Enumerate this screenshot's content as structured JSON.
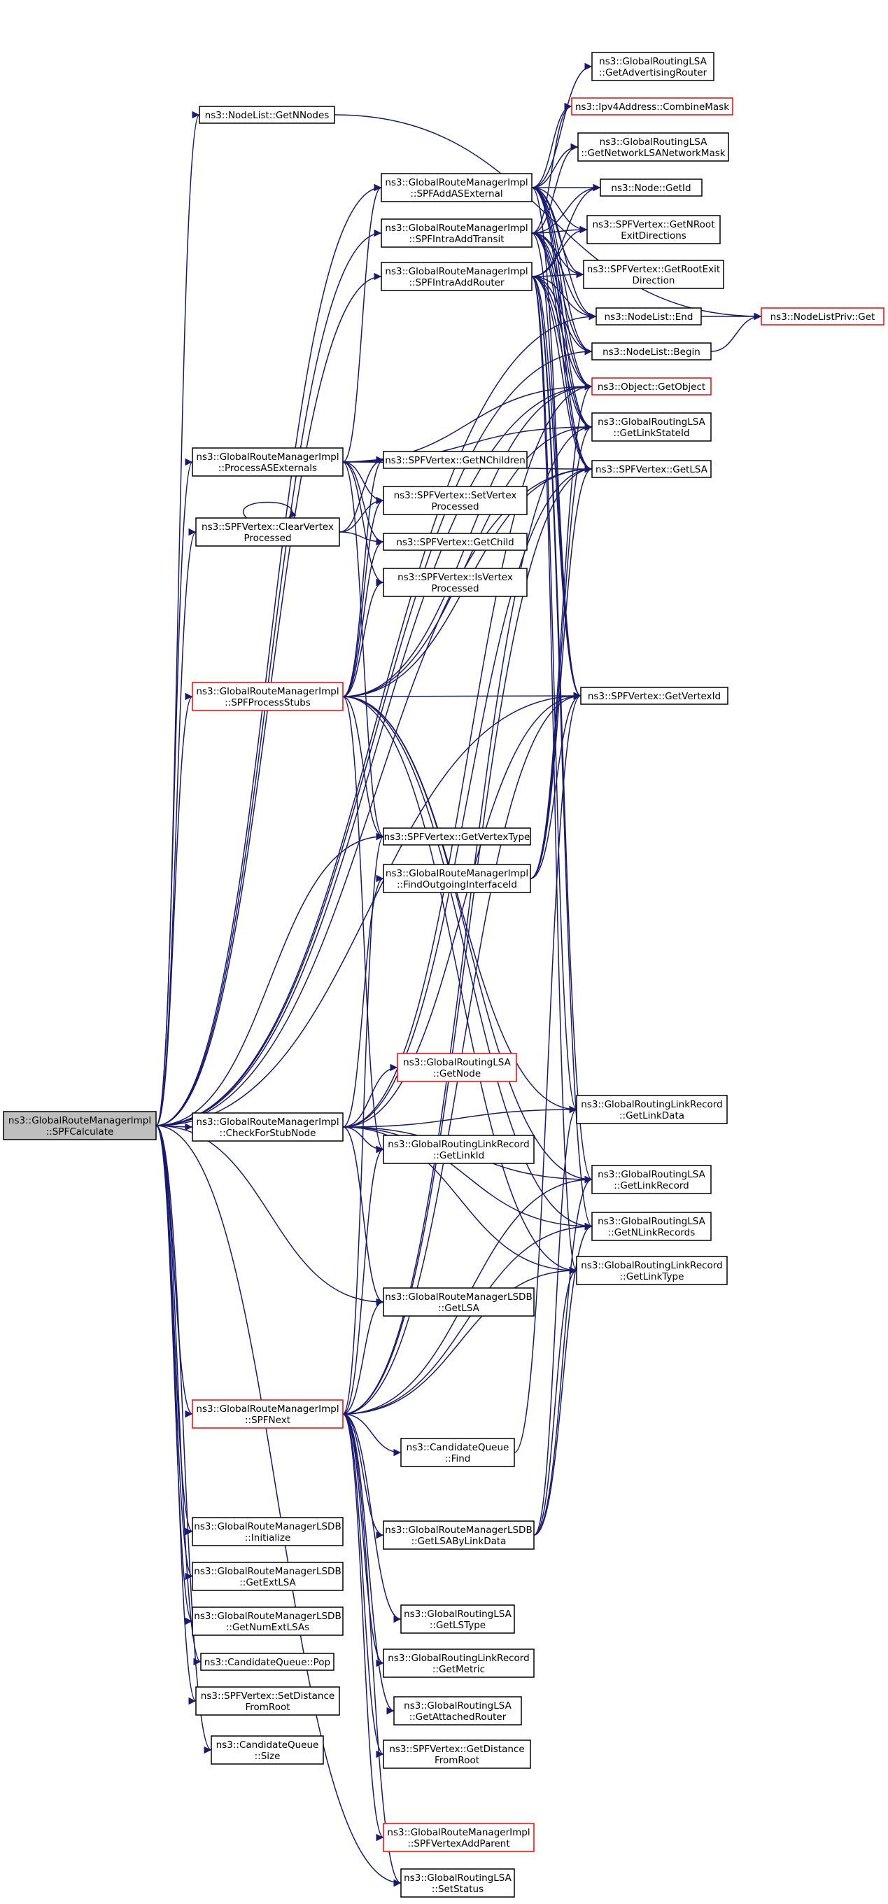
{
  "colors": {
    "edge": "#191970",
    "border": "#000000",
    "border_unresolved": "#ff0000",
    "root_fill": "#bfbfbf",
    "node_fill": "#ffffff"
  },
  "nodes": [
    {
      "id": "spfcalc",
      "lines": [
        "ns3::GlobalRouteManagerImpl",
        "::SPFCalculate"
      ],
      "root": true
    },
    {
      "id": "getnnodes",
      "lines": [
        "ns3::NodeList::GetNNodes"
      ]
    },
    {
      "id": "addasext",
      "lines": [
        "ns3::GlobalRouteManagerImpl",
        "::SPFAddASExternal"
      ]
    },
    {
      "id": "intratransit",
      "lines": [
        "ns3::GlobalRouteManagerImpl",
        "::SPFIntraAddTransit"
      ]
    },
    {
      "id": "intrarouter",
      "lines": [
        "ns3::GlobalRouteManagerImpl",
        "::SPFIntraAddRouter"
      ]
    },
    {
      "id": "procasext",
      "lines": [
        "ns3::GlobalRouteManagerImpl",
        "::ProcessASExternals"
      ]
    },
    {
      "id": "clearvertex",
      "lines": [
        "ns3::SPFVertex::ClearVertex",
        "Processed"
      ]
    },
    {
      "id": "procstubs",
      "lines": [
        "ns3::GlobalRouteManagerImpl",
        "::SPFProcessStubs"
      ],
      "red": true
    },
    {
      "id": "checkstub",
      "lines": [
        "ns3::GlobalRouteManagerImpl",
        "::CheckForStubNode"
      ]
    },
    {
      "id": "spfnext",
      "lines": [
        "ns3::GlobalRouteManagerImpl",
        "::SPFNext"
      ],
      "red": true
    },
    {
      "id": "lsdbinit",
      "lines": [
        "ns3::GlobalRouteManagerLSDB",
        "::Initialize"
      ]
    },
    {
      "id": "lsdbextlsa",
      "lines": [
        "ns3::GlobalRouteManagerLSDB",
        "::GetExtLSA"
      ]
    },
    {
      "id": "lsdbnumext",
      "lines": [
        "ns3::GlobalRouteManagerLSDB",
        "::GetNumExtLSAs"
      ]
    },
    {
      "id": "cqpop",
      "lines": [
        "ns3::CandidateQueue::Pop"
      ]
    },
    {
      "id": "setdist",
      "lines": [
        "ns3::SPFVertex::SetDistance",
        "FromRoot"
      ]
    },
    {
      "id": "cqsize",
      "lines": [
        "ns3::CandidateQueue",
        "::Size"
      ]
    },
    {
      "id": "getnchildren",
      "lines": [
        "ns3::SPFVertex::GetNChildren"
      ]
    },
    {
      "id": "setvproc",
      "lines": [
        "ns3::SPFVertex::SetVertex",
        "Processed"
      ]
    },
    {
      "id": "getchild",
      "lines": [
        "ns3::SPFVertex::GetChild"
      ]
    },
    {
      "id": "isvproc",
      "lines": [
        "ns3::SPFVertex::IsVertex",
        "Processed"
      ]
    },
    {
      "id": "getvtype",
      "lines": [
        "ns3::SPFVertex::GetVertexType"
      ]
    },
    {
      "id": "findoutif",
      "lines": [
        "ns3::GlobalRouteManagerImpl",
        "::FindOutgoingInterfaceId"
      ]
    },
    {
      "id": "lsagetnode",
      "lines": [
        "ns3::GlobalRoutingLSA",
        "::GetNode"
      ],
      "red": true
    },
    {
      "id": "lrgetlinkid",
      "lines": [
        "ns3::GlobalRoutingLinkRecord",
        "::GetLinkId"
      ]
    },
    {
      "id": "lsdbgetlsa",
      "lines": [
        "ns3::GlobalRouteManagerLSDB",
        "::GetLSA"
      ]
    },
    {
      "id": "cqfind",
      "lines": [
        "ns3::CandidateQueue",
        "::Find"
      ]
    },
    {
      "id": "lsdbbylink",
      "lines": [
        "ns3::GlobalRouteManagerLSDB",
        "::GetLSAByLinkData"
      ]
    },
    {
      "id": "lsagetlstype",
      "lines": [
        "ns3::GlobalRoutingLSA",
        "::GetLSType"
      ]
    },
    {
      "id": "lrgetmetric",
      "lines": [
        "ns3::GlobalRoutingLinkRecord",
        "::GetMetric"
      ]
    },
    {
      "id": "lsagetattached",
      "lines": [
        "ns3::GlobalRoutingLSA",
        "::GetAttachedRouter"
      ]
    },
    {
      "id": "getdistroot",
      "lines": [
        "ns3::SPFVertex::GetDistance",
        "FromRoot"
      ]
    },
    {
      "id": "addparent",
      "lines": [
        "ns3::GlobalRouteManagerImpl",
        "::SPFVertexAddParent"
      ],
      "red": true
    },
    {
      "id": "setstatus",
      "lines": [
        "ns3::GlobalRoutingLSA",
        "::SetStatus"
      ]
    },
    {
      "id": "getadvrouter",
      "lines": [
        "ns3::GlobalRoutingLSA",
        "::GetAdvertisingRouter"
      ]
    },
    {
      "id": "combinemask",
      "lines": [
        "ns3::Ipv4Address::CombineMask"
      ],
      "red": true
    },
    {
      "id": "getnetmask",
      "lines": [
        "ns3::GlobalRoutingLSA",
        "::GetNetworkLSANetworkMask"
      ]
    },
    {
      "id": "nodegetid",
      "lines": [
        "ns3::Node::GetId"
      ]
    },
    {
      "id": "getnrootexit",
      "lines": [
        "ns3::SPFVertex::GetNRoot",
        "ExitDirections"
      ]
    },
    {
      "id": "getrootexit",
      "lines": [
        "ns3::SPFVertex::GetRootExit",
        "Direction"
      ]
    },
    {
      "id": "nlend",
      "lines": [
        "ns3::NodeList::End"
      ]
    },
    {
      "id": "nlbegin",
      "lines": [
        "ns3::NodeList::Begin"
      ]
    },
    {
      "id": "getobject",
      "lines": [
        "ns3::Object::GetObject"
      ],
      "red": true
    },
    {
      "id": "getlinkstateid",
      "lines": [
        "ns3::GlobalRoutingLSA",
        "::GetLinkStateId"
      ]
    },
    {
      "id": "vgetlsa",
      "lines": [
        "ns3::SPFVertex::GetLSA"
      ]
    },
    {
      "id": "getvertexid",
      "lines": [
        "ns3::SPFVertex::GetVertexId"
      ]
    },
    {
      "id": "lrgetlinkdata",
      "lines": [
        "ns3::GlobalRoutingLinkRecord",
        "::GetLinkData"
      ]
    },
    {
      "id": "lsagetlinkrec",
      "lines": [
        "ns3::GlobalRoutingLSA",
        "::GetLinkRecord"
      ]
    },
    {
      "id": "lsagetnlinkrec",
      "lines": [
        "ns3::GlobalRoutingLSA",
        "::GetNLinkRecords"
      ]
    },
    {
      "id": "lrgetlinktype",
      "lines": [
        "ns3::GlobalRoutingLinkRecord",
        "::GetLinkType"
      ]
    },
    {
      "id": "nlprivget",
      "lines": [
        "ns3::NodeListPriv::Get"
      ],
      "red": true
    }
  ],
  "edges": [
    [
      "spfcalc",
      "getnnodes"
    ],
    [
      "spfcalc",
      "addasext"
    ],
    [
      "spfcalc",
      "intratransit"
    ],
    [
      "spfcalc",
      "intrarouter"
    ],
    [
      "spfcalc",
      "procasext"
    ],
    [
      "spfcalc",
      "clearvertex"
    ],
    [
      "spfcalc",
      "procstubs"
    ],
    [
      "spfcalc",
      "checkstub"
    ],
    [
      "spfcalc",
      "spfnext"
    ],
    [
      "spfcalc",
      "lsdbinit"
    ],
    [
      "spfcalc",
      "lsdbextlsa"
    ],
    [
      "spfcalc",
      "lsdbnumext"
    ],
    [
      "spfcalc",
      "cqpop"
    ],
    [
      "spfcalc",
      "setdist"
    ],
    [
      "spfcalc",
      "cqsize"
    ],
    [
      "spfcalc",
      "getvtype"
    ],
    [
      "spfcalc",
      "getvertexid"
    ],
    [
      "spfcalc",
      "nlbegin"
    ],
    [
      "spfcalc",
      "nlend"
    ],
    [
      "spfcalc",
      "getobject"
    ],
    [
      "spfcalc",
      "lsdbgetlsa"
    ],
    [
      "spfcalc",
      "setstatus"
    ],
    [
      "spfcalc",
      "vgetlsa"
    ],
    [
      "getnnodes",
      "nlprivget"
    ],
    [
      "addasext",
      "getadvrouter"
    ],
    [
      "addasext",
      "combinemask"
    ],
    [
      "addasext",
      "getnetmask"
    ],
    [
      "addasext",
      "nodegetid"
    ],
    [
      "addasext",
      "getnrootexit"
    ],
    [
      "addasext",
      "getrootexit"
    ],
    [
      "addasext",
      "nlend"
    ],
    [
      "addasext",
      "nlbegin"
    ],
    [
      "addasext",
      "getobject"
    ],
    [
      "addasext",
      "getlinkstateid"
    ],
    [
      "addasext",
      "vgetlsa"
    ],
    [
      "addasext",
      "getvertexid"
    ],
    [
      "intratransit",
      "combinemask"
    ],
    [
      "intratransit",
      "getnetmask"
    ],
    [
      "intratransit",
      "nodegetid"
    ],
    [
      "intratransit",
      "getnrootexit"
    ],
    [
      "intratransit",
      "getrootexit"
    ],
    [
      "intratransit",
      "nlend"
    ],
    [
      "intratransit",
      "nlbegin"
    ],
    [
      "intratransit",
      "getobject"
    ],
    [
      "intratransit",
      "getlinkstateid"
    ],
    [
      "intratransit",
      "vgetlsa"
    ],
    [
      "intratransit",
      "getvertexid"
    ],
    [
      "intrarouter",
      "nodegetid"
    ],
    [
      "intrarouter",
      "getnrootexit"
    ],
    [
      "intrarouter",
      "getrootexit"
    ],
    [
      "intrarouter",
      "nlend"
    ],
    [
      "intrarouter",
      "nlbegin"
    ],
    [
      "intrarouter",
      "getobject"
    ],
    [
      "intrarouter",
      "getlinkstateid"
    ],
    [
      "intrarouter",
      "vgetlsa"
    ],
    [
      "intrarouter",
      "getvertexid"
    ],
    [
      "intrarouter",
      "lrgetlinkdata"
    ],
    [
      "intrarouter",
      "lsagetlinkrec"
    ],
    [
      "intrarouter",
      "lsagetnlinkrec"
    ],
    [
      "intrarouter",
      "lrgetlinktype"
    ],
    [
      "procasext",
      "addasext"
    ],
    [
      "procasext",
      "getnchildren"
    ],
    [
      "procasext",
      "setvproc"
    ],
    [
      "procasext",
      "getchild"
    ],
    [
      "procasext",
      "isvproc"
    ],
    [
      "procasext",
      "getvtype"
    ],
    [
      "procasext",
      "getlinkstateid"
    ],
    [
      "procasext",
      "vgetlsa"
    ],
    [
      "procasext",
      "getobject"
    ],
    [
      "clearvertex",
      "clearvertex"
    ],
    [
      "clearvertex",
      "getnchildren"
    ],
    [
      "clearvertex",
      "setvproc"
    ],
    [
      "clearvertex",
      "getchild"
    ],
    [
      "procstubs",
      "getnchildren"
    ],
    [
      "procstubs",
      "setvproc"
    ],
    [
      "procstubs",
      "getchild"
    ],
    [
      "procstubs",
      "isvproc"
    ],
    [
      "procstubs",
      "getvtype"
    ],
    [
      "procstubs",
      "getvertexid"
    ],
    [
      "procstubs",
      "vgetlsa"
    ],
    [
      "procstubs",
      "getlinkstateid"
    ],
    [
      "procstubs",
      "lrgetlinkid"
    ],
    [
      "procstubs",
      "lrgetlinkdata"
    ],
    [
      "procstubs",
      "lsagetlinkrec"
    ],
    [
      "procstubs",
      "lsagetnlinkrec"
    ],
    [
      "procstubs",
      "lrgetlinktype"
    ],
    [
      "procstubs",
      "getobject"
    ],
    [
      "checkstub",
      "findoutif"
    ],
    [
      "checkstub",
      "lsagetnode"
    ],
    [
      "checkstub",
      "lrgetlinkdata"
    ],
    [
      "checkstub",
      "lrgetlinkid"
    ],
    [
      "checkstub",
      "lsagetlinkrec"
    ],
    [
      "checkstub",
      "lsagetnlinkrec"
    ],
    [
      "checkstub",
      "lrgetlinktype"
    ],
    [
      "checkstub",
      "lsdbgetlsa"
    ],
    [
      "checkstub",
      "getobject"
    ],
    [
      "checkstub",
      "getvertexid"
    ],
    [
      "checkstub",
      "vgetlsa"
    ],
    [
      "spfnext",
      "getvtype"
    ],
    [
      "spfnext",
      "lrgetlinkid"
    ],
    [
      "spfnext",
      "lsdbgetlsa"
    ],
    [
      "spfnext",
      "cqfind"
    ],
    [
      "spfnext",
      "lsdbbylink"
    ],
    [
      "spfnext",
      "lsagetlstype"
    ],
    [
      "spfnext",
      "lrgetmetric"
    ],
    [
      "spfnext",
      "lsagetattached"
    ],
    [
      "spfnext",
      "getdistroot"
    ],
    [
      "spfnext",
      "addparent"
    ],
    [
      "spfnext",
      "setstatus"
    ],
    [
      "spfnext",
      "lsagetlinkrec"
    ],
    [
      "spfnext",
      "lsagetnlinkrec"
    ],
    [
      "spfnext",
      "lrgetlinktype"
    ],
    [
      "spfnext",
      "getvertexid"
    ],
    [
      "spfnext",
      "vgetlsa"
    ],
    [
      "spfnext",
      "getlinkstateid"
    ],
    [
      "findoutif",
      "getobject"
    ],
    [
      "findoutif",
      "vgetlsa"
    ],
    [
      "findoutif",
      "getvertexid"
    ],
    [
      "findoutif",
      "getlinkstateid"
    ],
    [
      "cqfind",
      "getvertexid"
    ],
    [
      "lsdbbylink",
      "lrgetlinkdata"
    ],
    [
      "lsdbbylink",
      "lsagetlinkrec"
    ],
    [
      "lsdbbylink",
      "lsagetnlinkrec"
    ],
    [
      "lsdbbylink",
      "lrgetlinktype"
    ],
    [
      "nlend",
      "nlprivget"
    ],
    [
      "nlbegin",
      "nlprivget"
    ]
  ]
}
